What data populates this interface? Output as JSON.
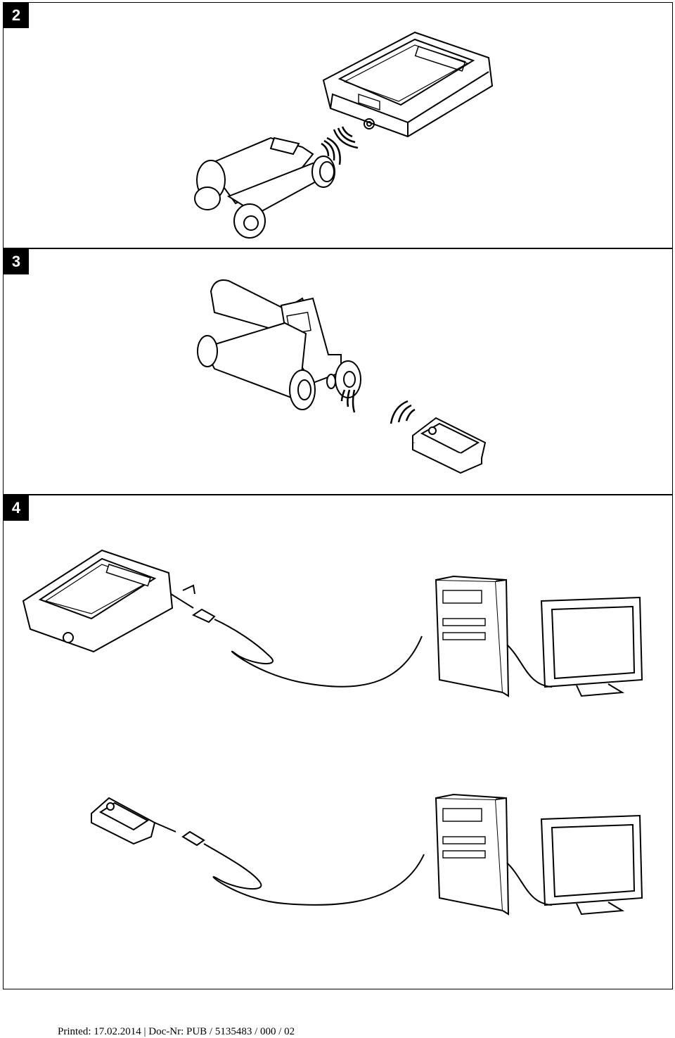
{
  "panels": [
    {
      "number": "2"
    },
    {
      "number": "3"
    },
    {
      "number": "4"
    }
  ],
  "footer": {
    "text": "Printed: 17.02.2014 | Doc-Nr: PUB / 5135483 / 000 / 02"
  }
}
